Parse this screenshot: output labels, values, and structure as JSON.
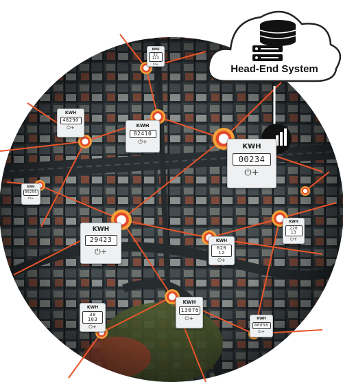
{
  "head_end": {
    "label": "Head-End System"
  },
  "meters": [
    {
      "id": "m1",
      "unit": "KWH",
      "reading": "82 123"
    },
    {
      "id": "m2",
      "unit": "KWH",
      "reading": "48290"
    },
    {
      "id": "m3",
      "unit": "KWH",
      "reading": "82410"
    },
    {
      "id": "m4",
      "unit": "KWH",
      "reading": "00234"
    },
    {
      "id": "m5",
      "unit": "KWH",
      "reading": "00256"
    },
    {
      "id": "m6",
      "unit": "KWH",
      "reading": "29423"
    },
    {
      "id": "m7",
      "unit": "KWH",
      "reading": "220 13"
    },
    {
      "id": "m8",
      "unit": "KWH",
      "reading": "620 12"
    },
    {
      "id": "m9",
      "unit": "KWH",
      "reading": "38 103"
    },
    {
      "id": "m10",
      "unit": "KWH",
      "reading": "13076"
    },
    {
      "id": "m11",
      "unit": "KWH",
      "reading": "80056"
    }
  ],
  "meter_logo_icon": "power-plus-icon",
  "icons": [
    "database-server-icon",
    "signal-bars-icon",
    "cloud-icon"
  ],
  "colors": {
    "link_line": "#e8552a",
    "node_outer": "#f4a23a",
    "node_ring": "#e24a2b",
    "meter_face": "#eef0f1"
  }
}
